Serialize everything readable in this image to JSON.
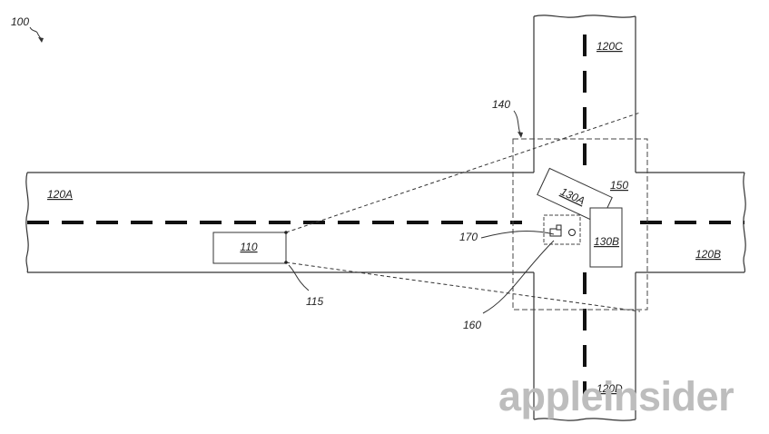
{
  "figure": {
    "ref_100": "100",
    "road_120A": "120A",
    "road_120B": "120B",
    "road_120C": "120C",
    "road_120D": "120D",
    "vehicle_110": "110",
    "sensor_115": "115",
    "region_140": "140",
    "vehicle_130A": "130A",
    "vehicle_130B": "130B",
    "region_150": "150",
    "pedestrian_160": "160",
    "marker_170": "170"
  },
  "watermark": "appleinsider"
}
